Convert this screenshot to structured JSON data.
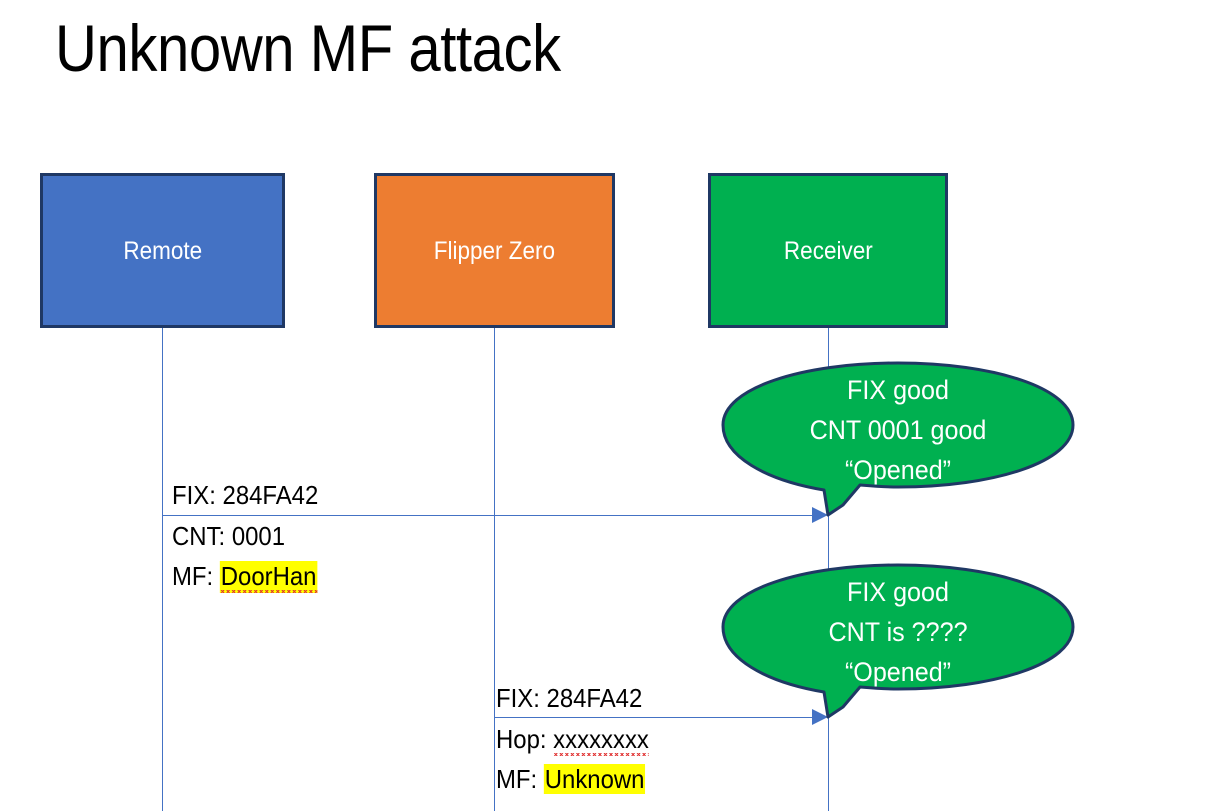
{
  "slide": {
    "title": "Unknown MF attack",
    "background_color": "#FFFFFF"
  },
  "colors": {
    "remote_blue": "#4472C4",
    "flipper_orange": "#ED7D31",
    "receiver_green": "#00B050",
    "box_border_navy": "#1F3864",
    "line_blue": "#4472C4",
    "highlight_yellow": "#FFFF00",
    "spellcheck_red": "#E03030",
    "text_black": "#000000",
    "text_white": "#FFFFFF"
  },
  "actors": [
    {
      "id": "remote",
      "label": "Remote"
    },
    {
      "id": "flipper",
      "label": "Flipper Zero"
    },
    {
      "id": "receiver",
      "label": "Receiver"
    }
  ],
  "messages": [
    {
      "id": "remote-to-receiver",
      "from": "Remote",
      "to": "Receiver",
      "lines": [
        {
          "label": "FIX:",
          "value": "284FA42",
          "highlight": false,
          "spellcheck_underline": false
        },
        {
          "label": "CNT:",
          "value": "0001",
          "highlight": false,
          "spellcheck_underline": false
        },
        {
          "label": "MF:",
          "value": "DoorHan",
          "highlight": true,
          "spellcheck_underline": true
        }
      ]
    },
    {
      "id": "flipper-to-receiver",
      "from": "Flipper Zero",
      "to": "Receiver",
      "lines": [
        {
          "label": "FIX:",
          "value": "284FA42",
          "highlight": false,
          "spellcheck_underline": false
        },
        {
          "label": "Hop:",
          "value": "xxxxxxxx",
          "highlight": false,
          "spellcheck_underline": true
        },
        {
          "label": "MF:",
          "value": "Unknown",
          "highlight": true,
          "spellcheck_underline": false
        }
      ]
    }
  ],
  "callouts": [
    {
      "id": "callout-first",
      "attached_to": "Receiver",
      "lines": [
        "FIX good",
        "CNT 0001 good",
        "“Opened”"
      ]
    },
    {
      "id": "callout-second",
      "attached_to": "Receiver",
      "lines": [
        "FIX good",
        "CNT is ????",
        "“Opened”"
      ]
    }
  ]
}
